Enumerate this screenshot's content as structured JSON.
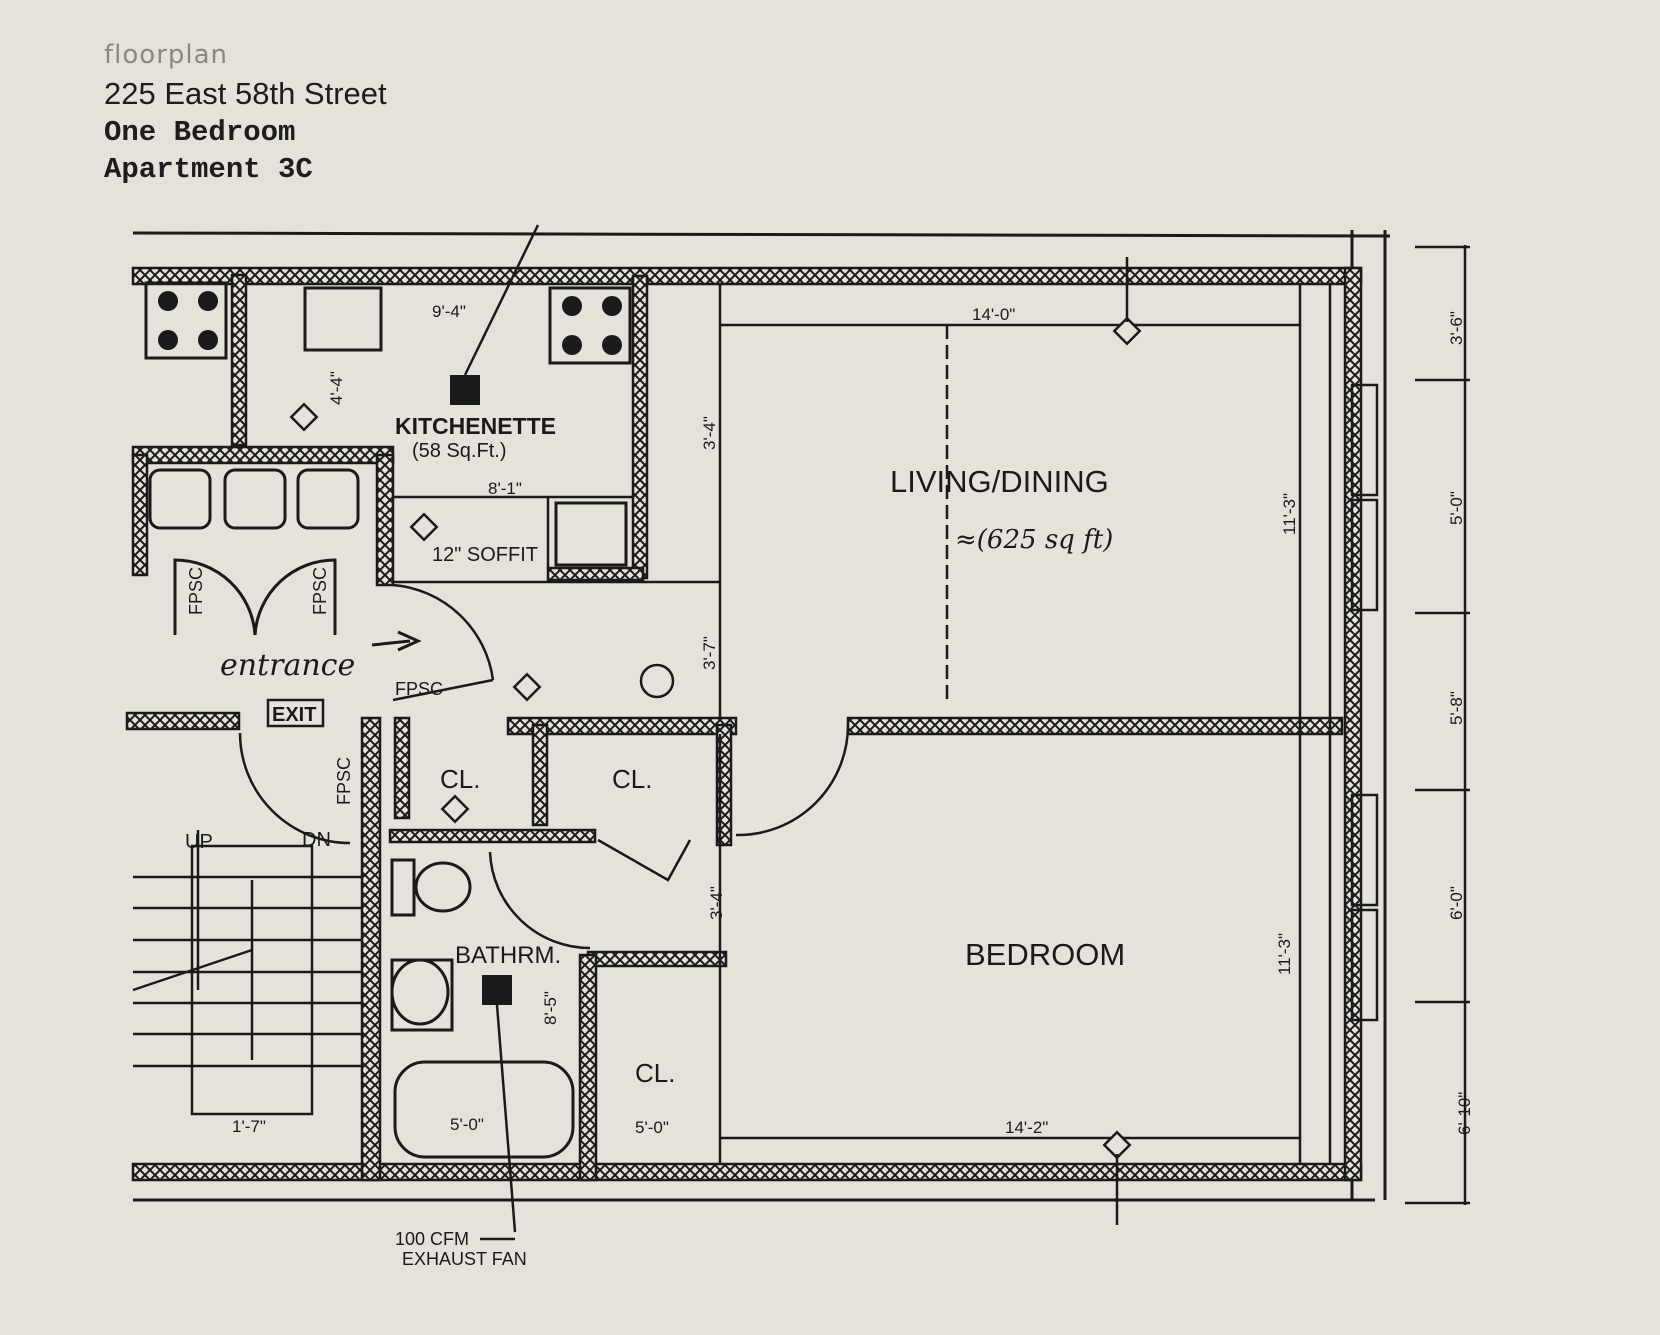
{
  "header": {
    "faint_label": "floorplan",
    "address": "225 East 58th Street",
    "unit_type": "One Bedroom",
    "unit_number": "Apartment 3C"
  },
  "rooms": {
    "kitchenette": "KITCHENETTE",
    "kitchenette_area": "(58 Sq.Ft.)",
    "living_dining": "LIVING/DINING",
    "living_dining_area": "≈(625 sq ft)",
    "bedroom": "BEDROOM",
    "bathroom": "BATHRM.",
    "closet_1": "CL.",
    "closet_2": "CL.",
    "closet_3": "CL."
  },
  "annotations": {
    "soffit": "12\" SOFFIT",
    "entrance": "entrance",
    "exit": "EXIT",
    "up": "UP",
    "dn": "DN",
    "fpsc_1": "FPSC",
    "fpsc_2": "FPSC",
    "fpsc_3": "FPSC",
    "fpsc_4": "FPSC",
    "exhaust_fan_1": "100 CFM",
    "exhaust_fan_2": "EXHAUST FAN"
  },
  "dimensions": {
    "kitchen_width": "9'-4\"",
    "kitchen_depth": "4'-4\"",
    "kitchen_counter": "8'-1\"",
    "living_width": "14'-0\"",
    "living_depth": "11'-3\"",
    "hall_1": "3'-4\"",
    "hall_2": "3'-7\"",
    "hall_3": "3'-4\"",
    "bedroom_width": "14'-2\"",
    "bedroom_depth": "11'-3\"",
    "bath_width": "5'-0\"",
    "bath_depth": "8'-5\"",
    "tub": "5'-0\"",
    "stair": "1'-7\"",
    "right_1": "3'-6\"",
    "right_2": "5'-0\"",
    "right_3": "5'-8\"",
    "right_4": "6'-0\"",
    "right_5": "6'-10\""
  }
}
